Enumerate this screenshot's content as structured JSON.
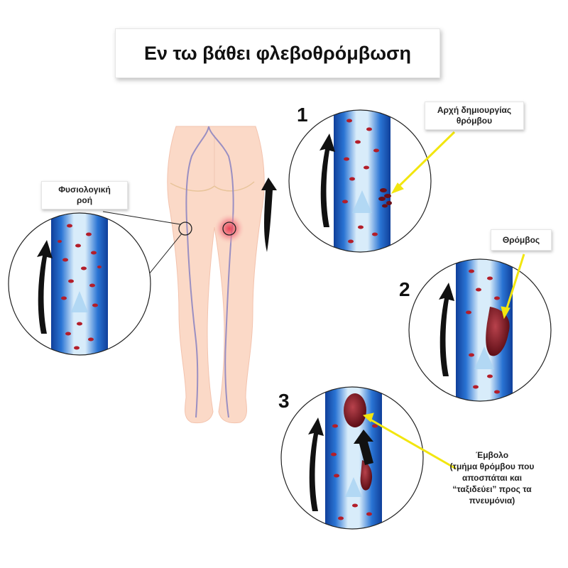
{
  "title": "Εν τω βάθει φλεβοθρόμβωση",
  "normal_flow": {
    "line1": "Φυσιολογική",
    "line2": "ροή"
  },
  "steps": [
    {
      "number": "1",
      "label_line1": "Αρχή δημιουργίας",
      "label_line2": "θρόμβου"
    },
    {
      "number": "2",
      "label": "Θρόμβος"
    },
    {
      "number": "3",
      "label_lines": [
        "Έμβολο",
        "(τμήμα θρόμβου που",
        "αποσπάται και",
        "“ταξιδεύει” προς τα",
        "πνευμόνια)"
      ]
    }
  ],
  "colors": {
    "vein_blue": "#1f5fbf",
    "vein_light": "#cfe6f7",
    "blood_cell": "#b31e2a",
    "clot": "#7a1a22",
    "skin": "#fbd9c7",
    "pointer_yellow": "#f2e60f",
    "arrow": "#111111"
  }
}
